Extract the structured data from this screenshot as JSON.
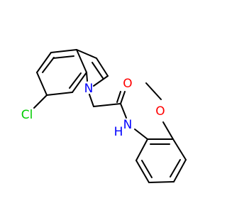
{
  "molecule": {
    "atoms": {
      "cl": {
        "label": "Cl",
        "color": "#00cc00"
      },
      "n_indole": {
        "label": "N",
        "color": "#0000ff"
      },
      "o_carbonyl": {
        "label": "O",
        "color": "#ff0000"
      },
      "n_amide": {
        "label": "N",
        "color": "#0000ff"
      },
      "h_amide": {
        "label": "H",
        "color": "#0000ff"
      },
      "o_methoxy": {
        "label": "O",
        "color": "#ff0000"
      }
    },
    "bond_color": "#000000"
  }
}
